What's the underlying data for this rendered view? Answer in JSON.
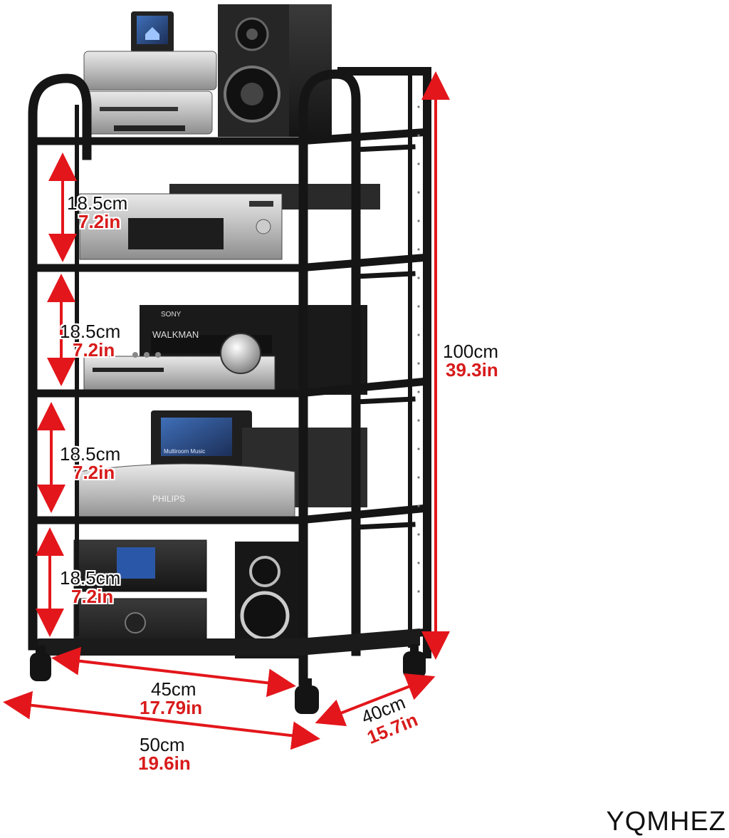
{
  "brand": "YQMHEZ",
  "shelf_spacing": [
    {
      "cm": "18.5cm",
      "in": "7.2in"
    },
    {
      "cm": "18.5cm",
      "in": "7.2in"
    },
    {
      "cm": "18.5cm",
      "in": "7.2in"
    },
    {
      "cm": "18.5cm",
      "in": "7.2in"
    }
  ],
  "height": {
    "cm": "100cm",
    "in": "39.3in"
  },
  "inner_width": {
    "cm": "45cm",
    "in": "17.79in"
  },
  "outer_width": {
    "cm": "50cm",
    "in": "19.6in"
  },
  "depth": {
    "cm": "40cm",
    "in": "15.7in"
  },
  "device_text": {
    "sony": "SONY",
    "walkman": "WALKMAN",
    "philips": "PHILIPS",
    "screen": "Multiroom Music"
  },
  "colors": {
    "arrow": "#e3161b",
    "frame": "#151515",
    "inch_text": "#d81b1b"
  }
}
